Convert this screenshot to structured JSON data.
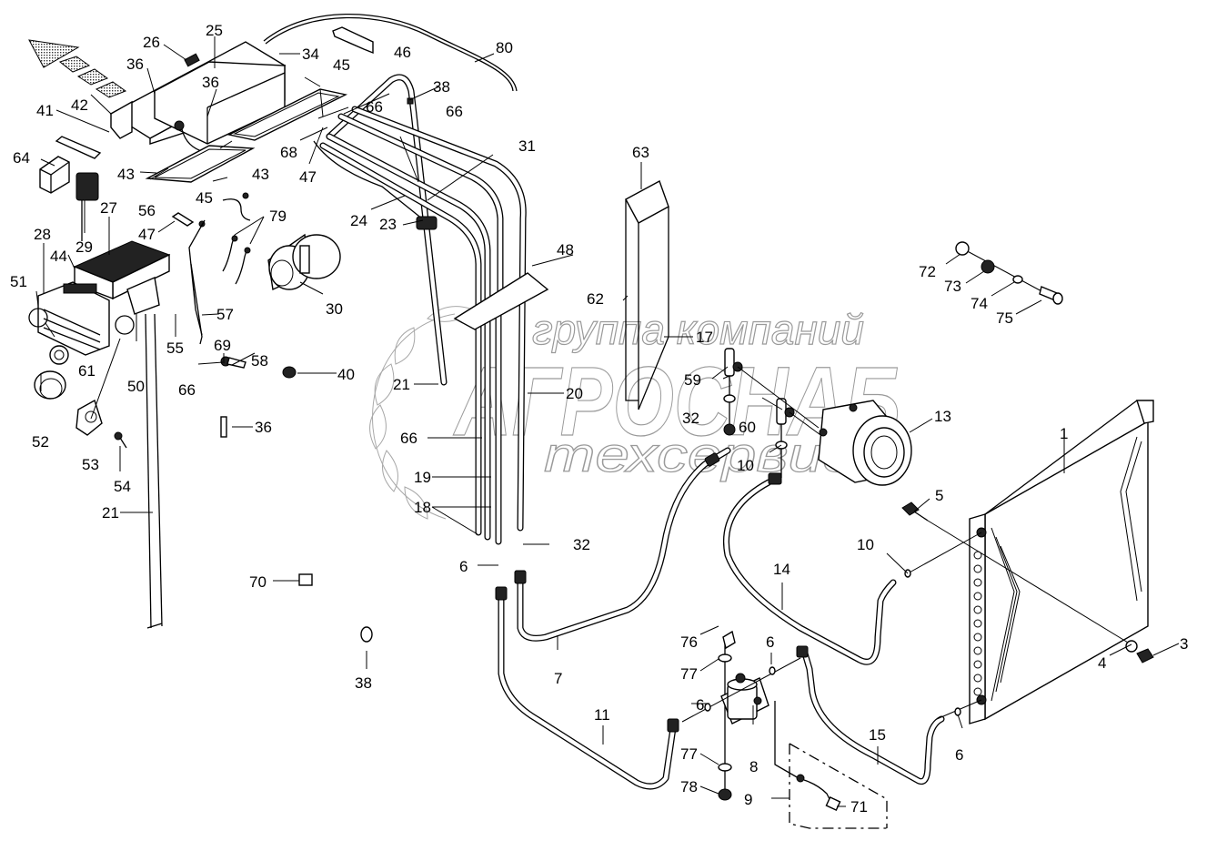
{
  "diagram": {
    "type": "exploded-parts-diagram",
    "subject": "Cab air-conditioning system assembly",
    "watermark": {
      "line1": "группа компаний",
      "line2": "АГРОСНАБ",
      "line3": "техсервис"
    },
    "callouts": [
      {
        "id": "c1",
        "label": "1"
      },
      {
        "id": "c3",
        "label": "3"
      },
      {
        "id": "c4",
        "label": "4"
      },
      {
        "id": "c5",
        "label": "5"
      },
      {
        "id": "c6a",
        "label": "6"
      },
      {
        "id": "c6b",
        "label": "6"
      },
      {
        "id": "c6c",
        "label": "6"
      },
      {
        "id": "c6d",
        "label": "6"
      },
      {
        "id": "c7",
        "label": "7"
      },
      {
        "id": "c8",
        "label": "8"
      },
      {
        "id": "c9",
        "label": "9"
      },
      {
        "id": "c10a",
        "label": "10"
      },
      {
        "id": "c10b",
        "label": "10"
      },
      {
        "id": "c11",
        "label": "11"
      },
      {
        "id": "c13",
        "label": "13"
      },
      {
        "id": "c14",
        "label": "14"
      },
      {
        "id": "c15",
        "label": "15"
      },
      {
        "id": "c17",
        "label": "17"
      },
      {
        "id": "c18",
        "label": "18"
      },
      {
        "id": "c19",
        "label": "19"
      },
      {
        "id": "c20",
        "label": "20"
      },
      {
        "id": "c21a",
        "label": "21"
      },
      {
        "id": "c21b",
        "label": "21"
      },
      {
        "id": "c23",
        "label": "23"
      },
      {
        "id": "c24",
        "label": "24"
      },
      {
        "id": "c25",
        "label": "25"
      },
      {
        "id": "c26",
        "label": "26"
      },
      {
        "id": "c27",
        "label": "27"
      },
      {
        "id": "c28",
        "label": "28"
      },
      {
        "id": "c29",
        "label": "29"
      },
      {
        "id": "c30",
        "label": "30"
      },
      {
        "id": "c31",
        "label": "31"
      },
      {
        "id": "c32a",
        "label": "32"
      },
      {
        "id": "c32b",
        "label": "32"
      },
      {
        "id": "c34",
        "label": "34"
      },
      {
        "id": "c36a",
        "label": "36"
      },
      {
        "id": "c36b",
        "label": "36"
      },
      {
        "id": "c36c",
        "label": "36"
      },
      {
        "id": "c38a",
        "label": "38"
      },
      {
        "id": "c38b",
        "label": "38"
      },
      {
        "id": "c40",
        "label": "40"
      },
      {
        "id": "c41",
        "label": "41"
      },
      {
        "id": "c42",
        "label": "42"
      },
      {
        "id": "c43a",
        "label": "43"
      },
      {
        "id": "c43b",
        "label": "43"
      },
      {
        "id": "c44",
        "label": "44"
      },
      {
        "id": "c45a",
        "label": "45"
      },
      {
        "id": "c45b",
        "label": "45"
      },
      {
        "id": "c46",
        "label": "46"
      },
      {
        "id": "c47a",
        "label": "47"
      },
      {
        "id": "c47b",
        "label": "47"
      },
      {
        "id": "c48",
        "label": "48"
      },
      {
        "id": "c50",
        "label": "50"
      },
      {
        "id": "c51",
        "label": "51"
      },
      {
        "id": "c52",
        "label": "52"
      },
      {
        "id": "c53",
        "label": "53"
      },
      {
        "id": "c54",
        "label": "54"
      },
      {
        "id": "c55",
        "label": "55"
      },
      {
        "id": "c56",
        "label": "56"
      },
      {
        "id": "c57",
        "label": "57"
      },
      {
        "id": "c58",
        "label": "58"
      },
      {
        "id": "c59",
        "label": "59"
      },
      {
        "id": "c60",
        "label": "60"
      },
      {
        "id": "c61",
        "label": "61"
      },
      {
        "id": "c62",
        "label": "62"
      },
      {
        "id": "c63",
        "label": "63"
      },
      {
        "id": "c64",
        "label": "64"
      },
      {
        "id": "c66a",
        "label": "66"
      },
      {
        "id": "c66b",
        "label": "66"
      },
      {
        "id": "c66c",
        "label": "66"
      },
      {
        "id": "c66d",
        "label": "66"
      },
      {
        "id": "c68",
        "label": "68"
      },
      {
        "id": "c69",
        "label": "69"
      },
      {
        "id": "c70",
        "label": "70"
      },
      {
        "id": "c71",
        "label": "71"
      },
      {
        "id": "c72",
        "label": "72"
      },
      {
        "id": "c73",
        "label": "73"
      },
      {
        "id": "c74",
        "label": "74"
      },
      {
        "id": "c75",
        "label": "75"
      },
      {
        "id": "c76",
        "label": "76"
      },
      {
        "id": "c77a",
        "label": "77"
      },
      {
        "id": "c77b",
        "label": "77"
      },
      {
        "id": "c78",
        "label": "78"
      },
      {
        "id": "c79",
        "label": "79"
      },
      {
        "id": "c80",
        "label": "80"
      }
    ]
  }
}
